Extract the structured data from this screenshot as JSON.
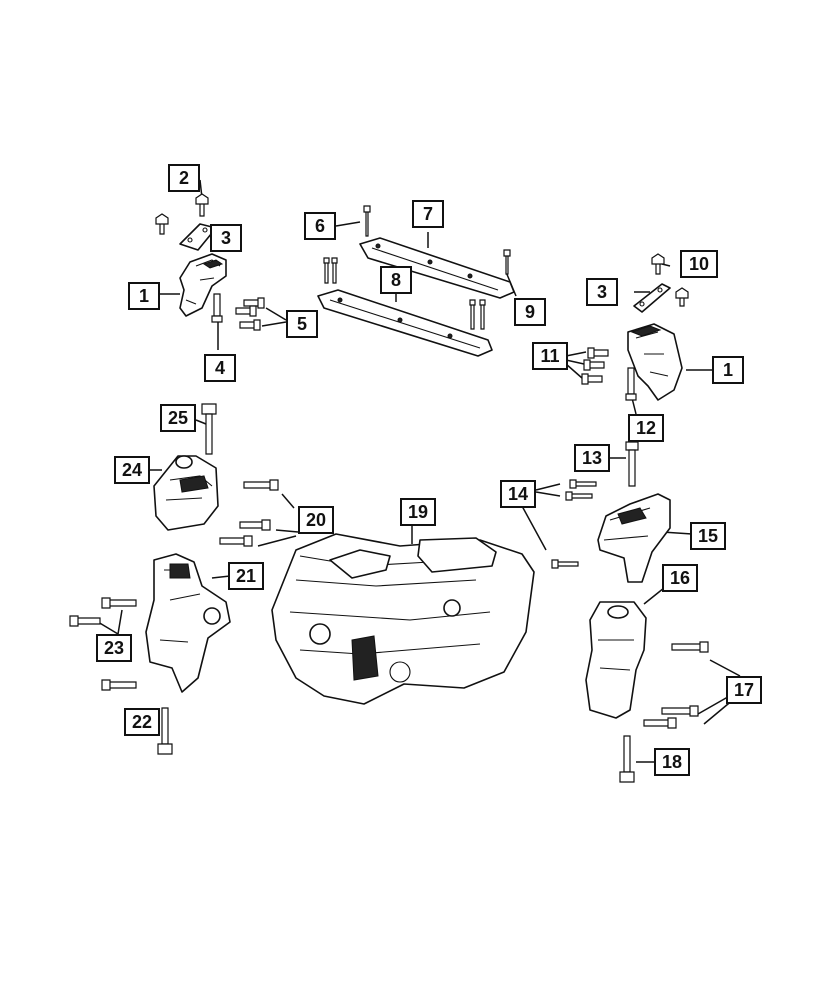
{
  "callouts": {
    "c1a": "1",
    "c1b": "1",
    "c2": "2",
    "c3a": "3",
    "c3b": "3",
    "c4": "4",
    "c5": "5",
    "c6": "6",
    "c7": "7",
    "c8": "8",
    "c9": "9",
    "c10": "10",
    "c11": "11",
    "c12": "12",
    "c13": "13",
    "c14": "14",
    "c15": "15",
    "c16": "16",
    "c17": "17",
    "c18": "18",
    "c19": "19",
    "c20": "20",
    "c21": "21",
    "c22": "22",
    "c23": "23",
    "c24": "24",
    "c25": "25"
  },
  "colors": {
    "line": "#111111",
    "background": "#ffffff"
  }
}
